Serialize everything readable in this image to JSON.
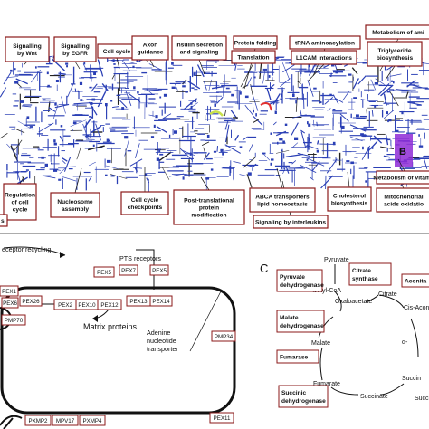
{
  "panel_a": {
    "pathway_labels": [
      {
        "id": "wnt",
        "lines": [
          "Signalling",
          "by Wnt"
        ]
      },
      {
        "id": "egfr",
        "lines": [
          "Signalling",
          "by EGFR"
        ]
      },
      {
        "id": "cell-cycle",
        "lines": [
          "Cell cycle"
        ]
      },
      {
        "id": "axon",
        "lines": [
          "Axon",
          "guidance"
        ]
      },
      {
        "id": "insulin",
        "lines": [
          "Insulin secretion",
          "and signaling"
        ]
      },
      {
        "id": "protein-folding",
        "lines": [
          "Protein folding"
        ]
      },
      {
        "id": "trna",
        "lines": [
          "tRNA aminoacylation"
        ]
      },
      {
        "id": "metab-amino",
        "lines": [
          "Metabolism of ami"
        ]
      },
      {
        "id": "translation",
        "lines": [
          "Translation"
        ]
      },
      {
        "id": "l1cam",
        "lines": [
          "L1CAM interactions"
        ]
      },
      {
        "id": "triglyceride",
        "lines": [
          "Triglyceride",
          "biosynthesis"
        ]
      },
      {
        "id": "regulation",
        "lines": [
          "Regulation",
          "of cell",
          "cycle"
        ]
      },
      {
        "id": "nucleosome",
        "lines": [
          "Nucleosome",
          "assembly"
        ]
      },
      {
        "id": "checkpoints",
        "lines": [
          "Cell cycle",
          "checkpoints"
        ]
      },
      {
        "id": "ptm",
        "lines": [
          "Post-translational",
          "protein",
          "modification"
        ]
      },
      {
        "id": "abca",
        "lines": [
          "ABCA transporters",
          "lipid homeostasis"
        ]
      },
      {
        "id": "interleukins",
        "lines": [
          "Signaling by interleukins"
        ]
      },
      {
        "id": "cholesterol",
        "lines": [
          "Cholesterol",
          "biosynthesis"
        ]
      },
      {
        "id": "mitochondrial",
        "lines": [
          "Mitochondrial",
          "acids oxidatio"
        ]
      },
      {
        "id": "metab-vitamin",
        "lines": [
          "Metabolism of vitamin"
        ]
      }
    ],
    "left_fragment": "s",
    "marker": "B"
  },
  "panel_b": {
    "receptor_recycling": "eceptor recycling",
    "pts_receptors": "PTS receptors",
    "matrix_proteins": "Matrix proteins",
    "adenine_transporter": [
      "Adenine",
      "nucleotide",
      "transporter"
    ],
    "proteins": [
      "PEX5",
      "PEX7",
      "PEX5",
      "PEX1",
      "PEX6",
      "PEX26",
      "PEX2",
      "PEX10",
      "PEX12",
      "PEX13",
      "PEX14",
      "PMP70",
      "PMP34",
      "PXMP2",
      "MPV17",
      "PXMP4",
      "PEX11"
    ]
  },
  "panel_c": {
    "panel_letter": "C",
    "enzymes": [
      {
        "id": "pdh",
        "lines": [
          "Pyruvate",
          "dehydrogenase"
        ]
      },
      {
        "id": "cs",
        "lines": [
          "Citrate",
          "synthase"
        ]
      },
      {
        "id": "aco",
        "lines": [
          "Aconita"
        ]
      },
      {
        "id": "mdh",
        "lines": [
          "Malate",
          "dehydrogenase"
        ]
      },
      {
        "id": "fum",
        "lines": [
          "Fumarase"
        ]
      },
      {
        "id": "sdh",
        "lines": [
          "Succinic",
          "dehydrogenase"
        ]
      }
    ],
    "metabolites": [
      "Pyruvate",
      "Acetyl-CoA",
      "Oxaloacetate",
      "Citrate",
      "Cis-Acon",
      "Malate",
      "Fumarate",
      "Succinate",
      "Succin",
      "α-",
      "Succi"
    ]
  },
  "colors": {
    "network": "#2a3fb5",
    "box_border": "#8b1a1a",
    "highlight_purple": "#8e2bd6",
    "highlight_green": "#c8e04a",
    "highlight_red": "#e03030"
  }
}
